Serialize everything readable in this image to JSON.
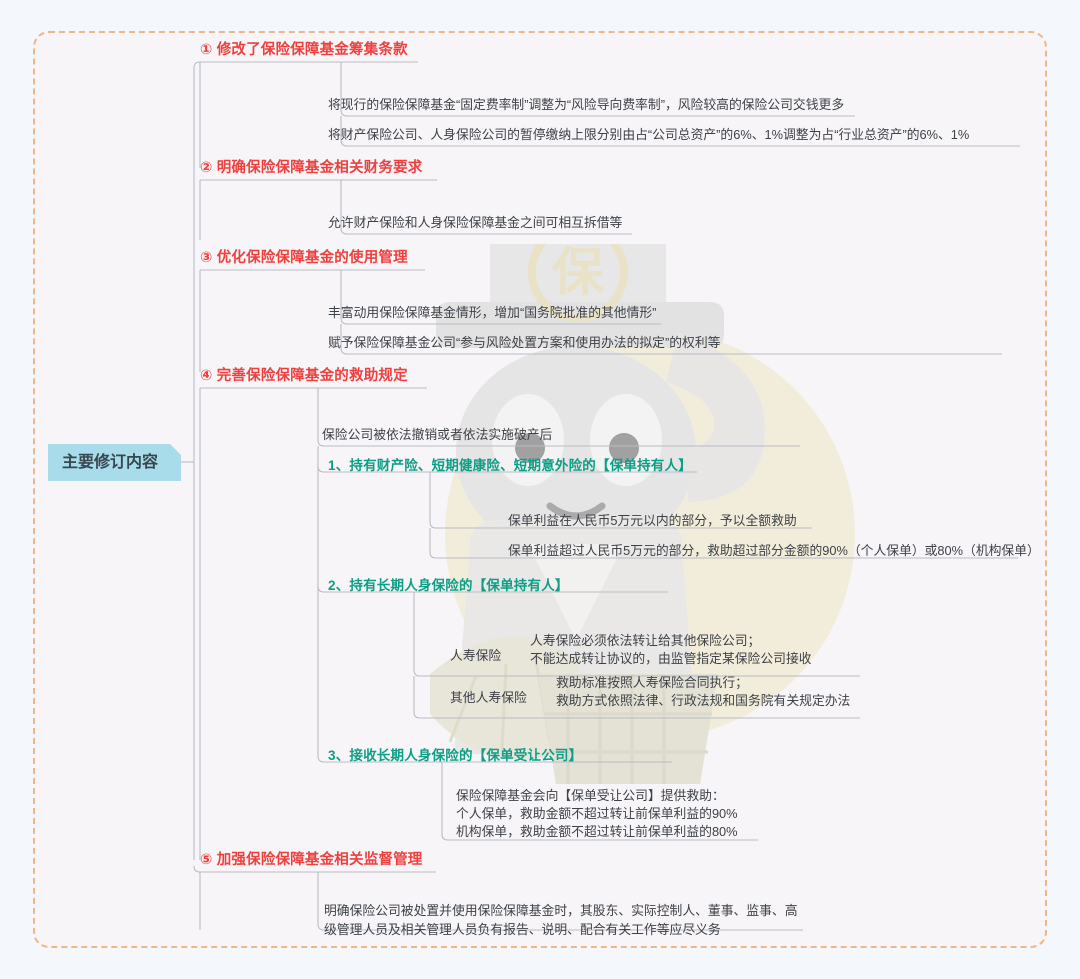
{
  "frame": {
    "border_color": "#efb68a",
    "fill": "#f7f5f7",
    "page_bg": "#f4f7fc"
  },
  "colors": {
    "root_fill": "#a8dcea",
    "root_text": "#37474f",
    "section_heading": "#ef4040",
    "sub_heading_teal": "#0c9e86",
    "body_text": "#3d4148",
    "connector": "#b9bcc6",
    "watermark_yellow": "#efe6b8",
    "watermark_grey": "#d8d8d6"
  },
  "root": {
    "label": "主要修订内容"
  },
  "sections": [
    {
      "id": 1,
      "heading": "① 修改了保险保障基金筹集条款",
      "leaves": [
        "将现行的保险保障基金“固定费率制”调整为“风险导向费率制”，风险较高的保险公司交钱更多",
        "将财产保险公司、人身保险公司的暂停缴纳上限分别由占“公司总资产”的6%、1%调整为占“行业总资产”的6%、1%"
      ]
    },
    {
      "id": 2,
      "heading": "② 明确保险保障基金相关财务要求",
      "leaves": [
        "允许财产保险和人身保险保障基金之间可相互拆借等"
      ]
    },
    {
      "id": 3,
      "heading": "③ 优化保险保障基金的使用管理",
      "leaves": [
        "丰富动用保险保障基金情形，增加“国务院批准的其他情形”",
        "赋予保险保障基金公司“参与风险处置方案和使用办法的拟定”的权利等"
      ]
    },
    {
      "id": 4,
      "heading": "④ 完善保险保障基金的救助规定",
      "intro": "保险公司被依法撤销或者依法实施破产后",
      "subsections": [
        {
          "heading": "1、持有财产险、短期健康险、短期意外险的【保单持有人】",
          "leaves": [
            "保单利益在人民币5万元以内的部分，予以全额救助",
            "保单利益超过人民币5万元的部分，救助超过部分金额的90%（个人保单）或80%（机构保单）"
          ]
        },
        {
          "heading": "2、持有长期人身保险的【保单持有人】",
          "rows": [
            {
              "label": "人寿保险",
              "lines": [
                "人寿保险必须依法转让给其他保险公司；",
                "不能达成转让协议的，由监管指定某保险公司接收"
              ]
            },
            {
              "label": "其他人寿保险",
              "lines": [
                "救助标准按照人寿保险合同执行；",
                "救助方式依照法律、行政法规和国务院有关规定办法"
              ]
            }
          ]
        },
        {
          "heading": "3、接收长期人身保险的【保单受让公司】",
          "lines": [
            "保险保障基金会向【保单受让公司】提供救助：",
            "个人保单，救助金额不超过转让前保单利益的90%",
            "机构保单，救助金额不超过转让前保单利益的80%"
          ]
        }
      ]
    },
    {
      "id": 5,
      "heading": "⑤ 加强保险保障基金相关监督管理",
      "lines": [
        "明确保险公司被处置并使用保险保障基金时，其股东、实际控制人、董事、监事、高",
        "级管理人员及相关管理人员负有报告、说明、配合有关工作等应尽义务"
      ]
    }
  ],
  "watermark": {
    "character": "保",
    "visible": true
  }
}
